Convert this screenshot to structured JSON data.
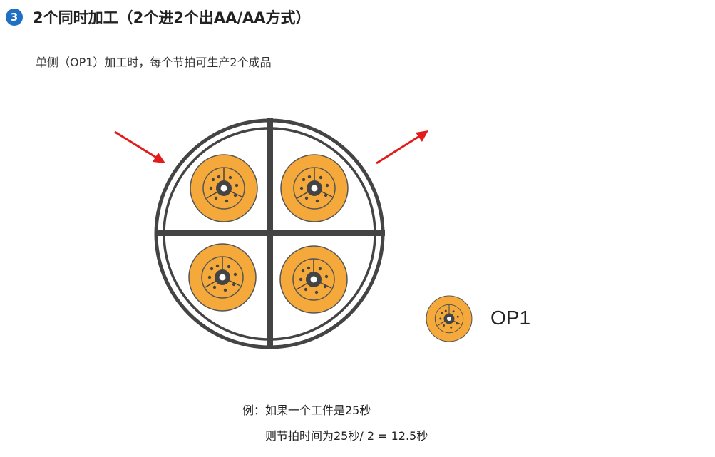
{
  "header": {
    "step_number": "3",
    "title": "2个同时加工（2个进2个出AA/AA方式）"
  },
  "description": "单侧（OP1）加工时，每个节拍可生产2个成品",
  "legend": {
    "label": "OP1"
  },
  "example": {
    "line1": "例：如果一个工件是25秒",
    "line2": "则节拍时间为25秒/ 2 = 12.5秒"
  },
  "colors": {
    "badge": "#1f6fc5",
    "part_fill": "#f5a93a",
    "fixture": "#444444",
    "arrow": "#e41b1b"
  },
  "icons": {
    "in_arrow": "arrow-in-icon",
    "out_arrow": "arrow-out-icon",
    "part": "workpiece-icon"
  }
}
